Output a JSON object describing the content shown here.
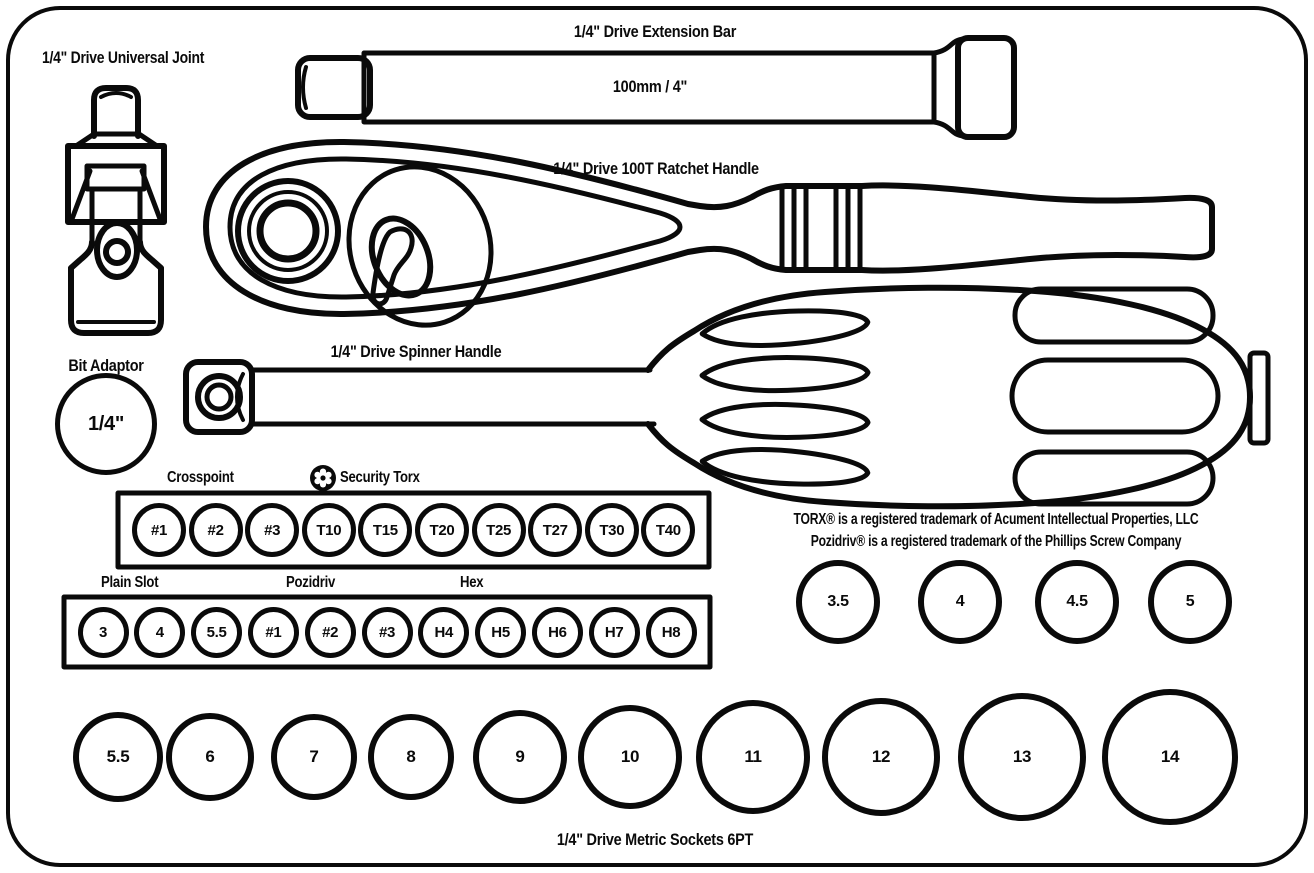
{
  "page": {
    "background": "#ffffff",
    "line_color": "#0a0a0a"
  },
  "labels": {
    "universal_joint": "1/4\" Drive Universal Joint",
    "extension_bar": "1/4\" Drive Extension Bar",
    "extension_bar_size": "100mm / 4\"",
    "ratchet_handle": "1/4\" Drive 100T Ratchet Handle",
    "spinner_handle": "1/4\" Drive Spinner Handle",
    "bit_adaptor": "Bit Adaptor",
    "bit_adaptor_size": "1/4\"",
    "crosspoint": "Crosspoint",
    "security_torx": "Security Torx",
    "plain_slot": "Plain Slot",
    "pozidriv": "Pozidriv",
    "hex": "Hex",
    "metric_sockets": "1/4\" Drive Metric Sockets 6PT"
  },
  "trademark": {
    "line1": "TORX® is a registered trademark of Acument Intellectual Properties, LLC",
    "line2": "Pozidriv® is a registered trademark of the Phillips Screw Company"
  },
  "bits": {
    "row1": [
      "#1",
      "#2",
      "#3",
      "T10",
      "T15",
      "T20",
      "T25",
      "T27",
      "T30",
      "T40"
    ],
    "row2": [
      "3",
      "4",
      "5.5",
      "#1",
      "#2",
      "#3",
      "H4",
      "H5",
      "H6",
      "H7",
      "H8"
    ]
  },
  "sockets": {
    "small": [
      "3.5",
      "4",
      "4.5",
      "5"
    ],
    "metric": [
      "5.5",
      "6",
      "7",
      "8",
      "9",
      "10",
      "11",
      "12",
      "13",
      "14"
    ]
  }
}
